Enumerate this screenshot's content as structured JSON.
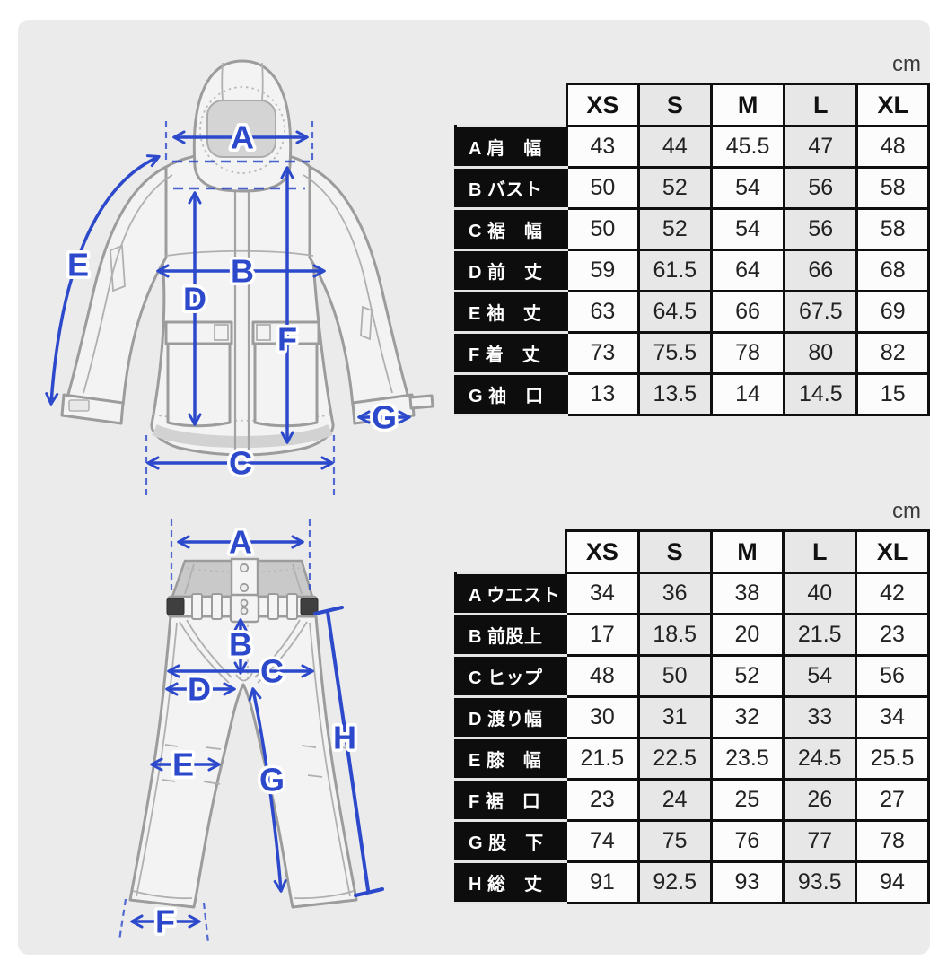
{
  "colors": {
    "accent_blue": "#2c49cc",
    "panel_background": "#ebebeb",
    "table_border": "#0f0f0f",
    "row_label_background": "#0d0d0d",
    "alt_column_background": "#e7e7e7"
  },
  "jacket_section": {
    "unit": "cm",
    "diagram_labels": [
      "A",
      "B",
      "C",
      "D",
      "E",
      "F",
      "G"
    ],
    "table": {
      "columns": [
        "XS",
        "S",
        "M",
        "L",
        "XL"
      ],
      "rows": [
        {
          "label": "A 肩　幅",
          "values": [
            "43",
            "44",
            "45.5",
            "47",
            "48"
          ]
        },
        {
          "label": "B バスト",
          "values": [
            "50",
            "52",
            "54",
            "56",
            "58"
          ]
        },
        {
          "label": "C 裾　幅",
          "values": [
            "50",
            "52",
            "54",
            "56",
            "58"
          ]
        },
        {
          "label": "D 前　丈",
          "values": [
            "59",
            "61.5",
            "64",
            "66",
            "68"
          ]
        },
        {
          "label": "E 袖　丈",
          "values": [
            "63",
            "64.5",
            "66",
            "67.5",
            "69"
          ]
        },
        {
          "label": "F 着　丈",
          "values": [
            "73",
            "75.5",
            "78",
            "80",
            "82"
          ]
        },
        {
          "label": "G 袖　口",
          "values": [
            "13",
            "13.5",
            "14",
            "14.5",
            "15"
          ]
        }
      ]
    }
  },
  "pants_section": {
    "unit": "cm",
    "diagram_labels": [
      "A",
      "B",
      "C",
      "D",
      "E",
      "F",
      "G",
      "H"
    ],
    "table": {
      "columns": [
        "XS",
        "S",
        "M",
        "L",
        "XL"
      ],
      "rows": [
        {
          "label": "A ウエスト",
          "values": [
            "34",
            "36",
            "38",
            "40",
            "42"
          ]
        },
        {
          "label": "B 前股上",
          "values": [
            "17",
            "18.5",
            "20",
            "21.5",
            "23"
          ]
        },
        {
          "label": "C ヒップ",
          "values": [
            "48",
            "50",
            "52",
            "54",
            "56"
          ]
        },
        {
          "label": "D 渡り幅",
          "values": [
            "30",
            "31",
            "32",
            "33",
            "34"
          ]
        },
        {
          "label": "E 膝　幅",
          "values": [
            "21.5",
            "22.5",
            "23.5",
            "24.5",
            "25.5"
          ]
        },
        {
          "label": "F 裾　口",
          "values": [
            "23",
            "24",
            "25",
            "26",
            "27"
          ]
        },
        {
          "label": "G 股　下",
          "values": [
            "74",
            "75",
            "76",
            "77",
            "78"
          ]
        },
        {
          "label": "H 総　丈",
          "values": [
            "91",
            "92.5",
            "93",
            "93.5",
            "94"
          ]
        }
      ]
    }
  }
}
